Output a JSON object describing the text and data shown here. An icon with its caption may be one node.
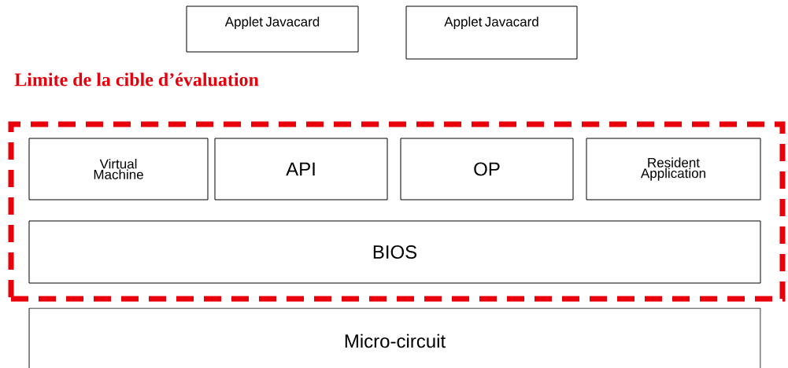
{
  "diagram": {
    "nodes": [
      {
        "text": [
          "Applet Javacard"
        ]
      },
      {
        "text": [
          "Applet Javacard"
        ]
      },
      {
        "text": [
          "Limite de la cible d’évaluation"
        ]
      },
      {
        "text": [
          "Virtual Machine"
        ],
        "in": 2
      },
      {
        "text": [
          "API"
        ],
        "in": 2
      },
      {
        "text": [
          "OP"
        ],
        "in": 2
      },
      {
        "text": [
          "Resident Application"
        ],
        "in": 2
      },
      {
        "text": [
          "BIOS"
        ],
        "in": 2
      },
      {
        "text": [
          "Micro-circuit"
        ]
      }
    ]
  }
}
